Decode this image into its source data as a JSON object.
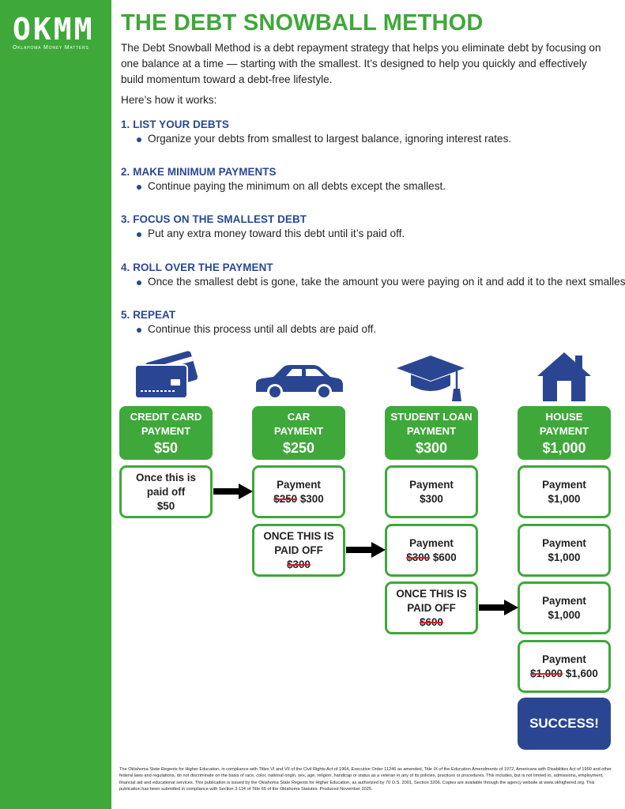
{
  "logo": {
    "main": "OKMM",
    "sub": "Oklahoma Money Matters"
  },
  "title": "THE DEBT SNOWBALL METHOD",
  "intro": "The Debt Snowball Method is a debt repayment strategy that helps you eliminate debt by focusing on one balance at a time — starting with the smallest. It’s designed to help you quickly and effectively build momentum toward a debt-free lifestyle.",
  "howto": "Here’s how it works:",
  "steps": [
    {
      "head": "1. LIST YOUR DEBTS",
      "text": "Organize your debts from smallest to largest balance, ignoring interest rates."
    },
    {
      "head": "2. MAKE MINIMUM PAYMENTS",
      "text": "Continue paying the minimum on all debts except the smallest."
    },
    {
      "head": "3. FOCUS ON THE SMALLEST DEBT",
      "text": "Put any extra money toward this debt until it’s paid off."
    },
    {
      "head": "4. ROLL OVER THE PAYMENT",
      "text": "Once the smallest debt is gone, take the amount you were paying on it and add it to the next smallest debt."
    },
    {
      "head": "5. REPEAT",
      "text": "Continue this process until all debts are paid off."
    }
  ],
  "columns": [
    {
      "line1": "CREDIT CARD",
      "line2": "PAYMENT",
      "amount": "$50",
      "icon": "credit-card-icon"
    },
    {
      "line1": "CAR",
      "line2": "PAYMENT",
      "amount": "$250",
      "icon": "car-icon"
    },
    {
      "line1": "STUDENT LOAN",
      "line2": "PAYMENT",
      "amount": "$300",
      "icon": "graduation-cap-icon"
    },
    {
      "line1": "HOUSE",
      "line2": "PAYMENT",
      "amount": "$1,000",
      "icon": "house-icon"
    }
  ],
  "boxes": {
    "cc_paid": {
      "l1": "Once this is",
      "l2": "paid off",
      "l3": "$50"
    },
    "car_pay": {
      "l1": "Payment",
      "old": "$250",
      "new": "$300"
    },
    "car_paid": {
      "l1": "ONCE THIS IS",
      "l2": "PAID OFF",
      "old": "$300"
    },
    "sl_pay1": {
      "l1": "Payment",
      "l2": "$300"
    },
    "sl_pay2": {
      "l1": "Payment",
      "old": "$300",
      "new": "$600"
    },
    "sl_paid": {
      "l1": "ONCE THIS IS",
      "l2": "PAID OFF",
      "old": "$600"
    },
    "h_pay1": {
      "l1": "Payment",
      "l2": "$1,000"
    },
    "h_pay2": {
      "l1": "Payment",
      "l2": "$1,000"
    },
    "h_pay3": {
      "l1": "Payment",
      "l2": "$1,000"
    },
    "h_pay4": {
      "l1": "Payment",
      "old": "$1,000",
      "new": "$1,600"
    }
  },
  "success": "SUCCESS!",
  "footer": "The Oklahoma State Regents for Higher Education, in compliance with Titles VI and VII of the Civil Rights Act of 1964, Executive Order 11246 as amended, Title IX of the Education Amendments of 1972, Americans with Disabilities Act of 1990 and other federal laws and regulations, do not discriminate on the basis of race, color, national origin, sex, age, religion, handicap or status as a veteran in any of its policies, practices or procedures. This includes, but is not limited to, admissions, employment, financial aid and educational services. This publication is issued by the Oklahoma State Regents for Higher Education, as authorized by 70 O.S. 2001, Section 3206. Copies are available through the agency website at www.okhighered.org. This publication has been submitted in compliance with Section 3-114 of Title 65 of the Oklahoma Statutes. Produced November 2025.",
  "colors": {
    "green": "#3fa83a",
    "blue": "#2a4693",
    "strike": "#d32027"
  }
}
